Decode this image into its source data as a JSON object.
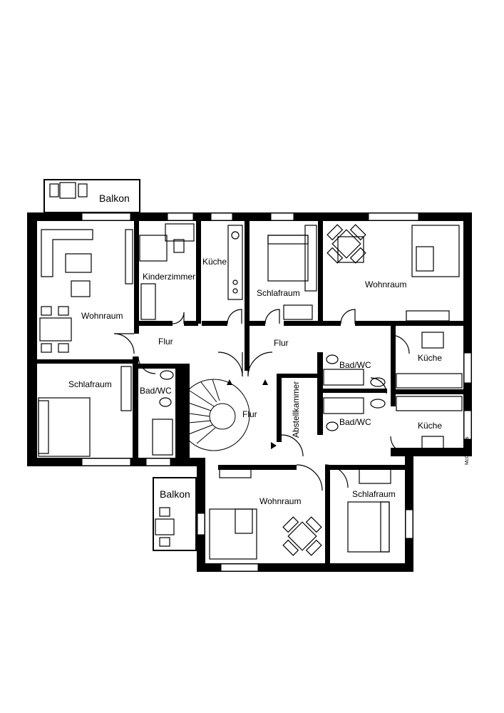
{
  "labels": {
    "balkon_top": "Balkon",
    "wohnraum_left": "Wohnraum",
    "kinderzimmer": "Kinderzimmer",
    "kueche_top": "Küche",
    "schlafraum_top": "Schlafraum",
    "wohnraum_top_right": "Wohnraum",
    "flur_left": "Flur",
    "flur_right": "Flur",
    "kueche_right_top": "Küche",
    "badwc_right_top": "Bad/WC",
    "schlafraum_left": "Schlafraum",
    "badwc_left": "Bad/WC",
    "flur_center": "Flur",
    "abstellkammer": "Abstellkammer",
    "badwc_right_bottom": "Bad/WC",
    "kueche_right_bottom": "Küche",
    "balkon_bottom": "Balkon",
    "wohnraum_bottom": "Wohnraum",
    "schlafraum_bottom": "Schlafraum"
  },
  "credit": "McGrundriss"
}
